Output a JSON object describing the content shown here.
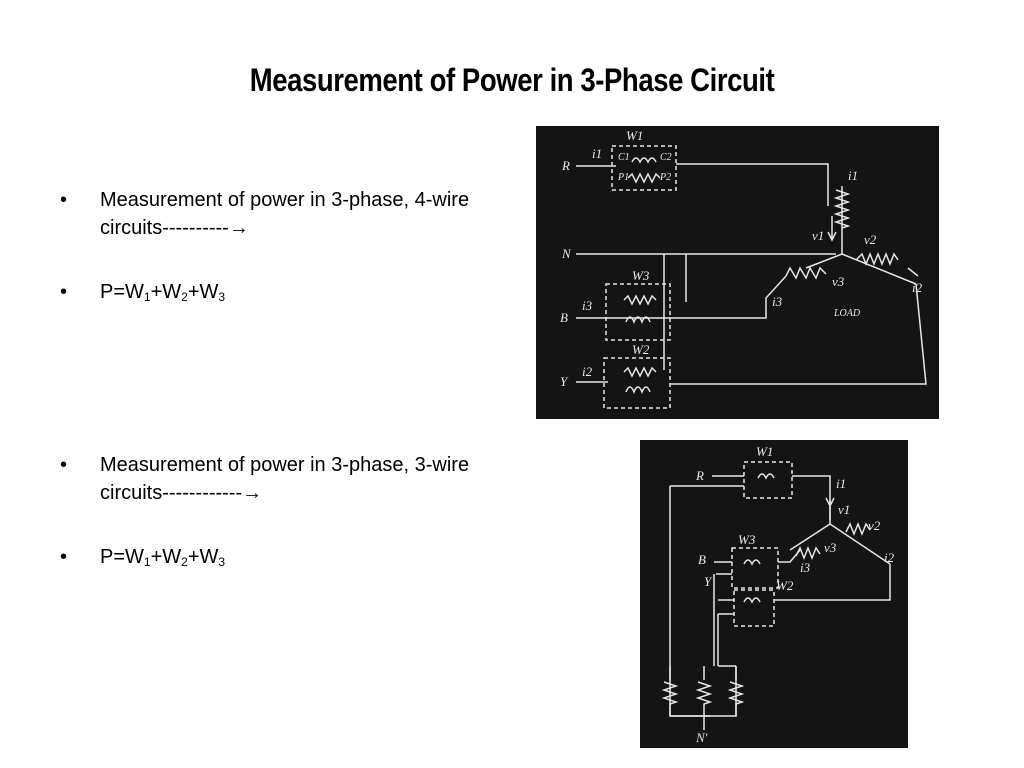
{
  "slide": {
    "title": "Measurement of Power in 3-Phase Circuit"
  },
  "section_4wire": {
    "bullet1_text": "Measurement of power in 3-phase, 4-wire circuits----------",
    "arrow": "→",
    "formula": {
      "p": "P=W",
      "s1": "1",
      "plus1": "+W",
      "s2": "2",
      "plus2": "+W",
      "s3": "3"
    }
  },
  "section_3wire": {
    "bullet1_text": "Measurement of power in 3-phase, 3-wire circuits------------",
    "arrow": "→",
    "formula": {
      "p": "P=W",
      "s1": "1",
      "plus1": "+W",
      "s2": "2",
      "plus2": "+W",
      "s3": "3"
    }
  },
  "diagram1": {
    "labels": {
      "w1": "W1",
      "w2": "W2",
      "w3": "W3",
      "r": "R",
      "n": "N",
      "b": "B",
      "y": "Y",
      "i1": "i1",
      "i2": "i2",
      "i3": "i3",
      "v1": "v1",
      "v2": "v2",
      "v3": "v3",
      "c1": "C1",
      "c2": "C2",
      "p1": "P1",
      "p2": "P2",
      "load": "LOAD"
    }
  },
  "diagram2": {
    "labels": {
      "w1": "W1",
      "w2": "W2",
      "w3": "W3",
      "r": "R",
      "b": "B",
      "y": "Y",
      "i1": "i1",
      "i2": "i2",
      "i3": "i3",
      "v1": "v1",
      "v2": "v2",
      "v3": "v3",
      "n_prime": "N'"
    }
  }
}
